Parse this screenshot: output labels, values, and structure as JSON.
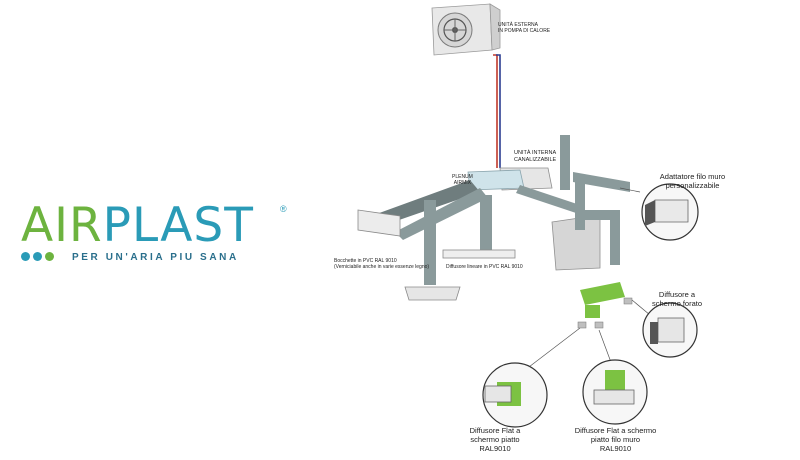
{
  "brand": {
    "name_part1": "AIR",
    "name_part2": "PLAST",
    "registered": "®",
    "tagline": "PER UN'ARIA PIU SANA",
    "dot_colors": [
      "#2a9bb7",
      "#2a9bb7",
      "#6db33f"
    ],
    "green": "#6db33f",
    "blue": "#2a9bb7"
  },
  "diagram": {
    "labels": {
      "external_unit": "UNITÀ ESTERNA\nIN POMPA DI CALORE",
      "internal_unit": "UNITÀ INTERNA\nCANALIZZABILE",
      "plenum": "PLENUM\nAIRMIX",
      "bocchette": "Bocchette in PVC RAL 9010\n(Verniciabile anche in varie essenze legno)",
      "diffusore_lineare": "Diffusore lineare in PVC RAL 9010",
      "adattatore": "Adattatore filo muro\npersonalizzabile",
      "diffusore_forato": "Diffusore a\nschermo forato",
      "flat_piatto": "Diffusore Flat a\nschermo piatto\nRAL9010",
      "flat_filo_muro": "Diffusore Flat a schermo\npiatto filo muro\nRAL9010"
    },
    "colors": {
      "duct": "#8a9a9b",
      "plenum": "#cfe3ea",
      "pipe_red": "#c0392b",
      "pipe_blue": "#2c3e91",
      "green_duct": "#7cc242"
    }
  }
}
